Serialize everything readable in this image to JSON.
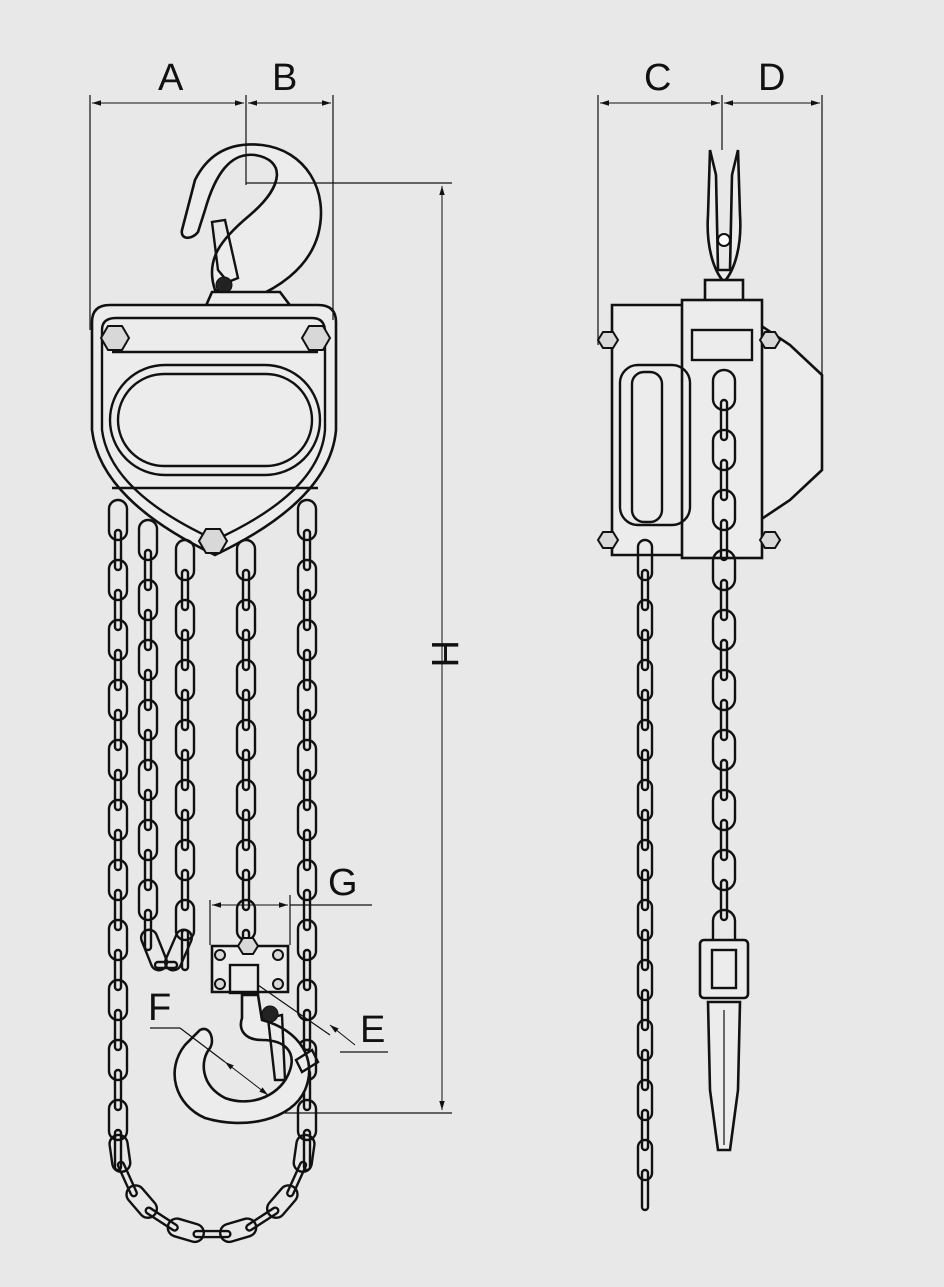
{
  "dimension_labels": {
    "a": "A",
    "b": "B",
    "c": "C",
    "d": "D",
    "e": "E",
    "f": "F",
    "g": "G",
    "h": "H"
  },
  "colors": {
    "background": "#e8e8e8",
    "line": "#111111",
    "body_fill": "#ececec"
  }
}
